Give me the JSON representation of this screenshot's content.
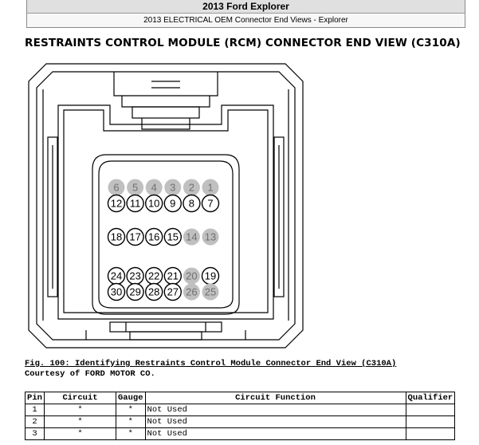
{
  "header": {
    "title": "2013 Ford Explorer",
    "subtitle": "2013 ELECTRICAL OEM Connector End Views - Explorer"
  },
  "page_title": "RESTRAINTS CONTROL MODULE (RCM) CONNECTOR END VIEW (C310A)",
  "connector": {
    "pin_rows": [
      [
        {
          "n": "6",
          "used": false
        },
        {
          "n": "5",
          "used": false
        },
        {
          "n": "4",
          "used": false
        },
        {
          "n": "3",
          "used": false
        },
        {
          "n": "2",
          "used": false
        },
        {
          "n": "1",
          "used": false
        }
      ],
      [
        {
          "n": "12",
          "used": true
        },
        {
          "n": "11",
          "used": true
        },
        {
          "n": "10",
          "used": true
        },
        {
          "n": "9",
          "used": true
        },
        {
          "n": "8",
          "used": true
        },
        {
          "n": "7",
          "used": true
        }
      ],
      [
        {
          "n": "18",
          "used": true
        },
        {
          "n": "17",
          "used": true
        },
        {
          "n": "16",
          "used": true
        },
        {
          "n": "15",
          "used": true
        },
        {
          "n": "14",
          "used": false
        },
        {
          "n": "13",
          "used": false
        }
      ],
      [
        {
          "n": "24",
          "used": true
        },
        {
          "n": "23",
          "used": true
        },
        {
          "n": "22",
          "used": true
        },
        {
          "n": "21",
          "used": true
        },
        {
          "n": "20",
          "used": false
        },
        {
          "n": "19",
          "used": true
        }
      ],
      [
        {
          "n": "30",
          "used": true
        },
        {
          "n": "29",
          "used": true
        },
        {
          "n": "28",
          "used": true
        },
        {
          "n": "27",
          "used": true
        },
        {
          "n": "26",
          "used": false
        },
        {
          "n": "25",
          "used": false
        }
      ]
    ],
    "colors": {
      "unused_fill": "#c0c0c0",
      "unused_text": "#707070",
      "used_fill": "#ffffff",
      "line": "#000000"
    }
  },
  "caption": {
    "figure": "Fig. 100: Identifying Restraints Control Module Connector End View (C310A)",
    "courtesy": "Courtesy of FORD MOTOR CO."
  },
  "table": {
    "headers": {
      "pin": "Pin",
      "circuit": "Circuit",
      "gauge": "Gauge",
      "function": "Circuit Function",
      "qualifier": "Qualifier"
    },
    "rows": [
      {
        "pin": "1",
        "circuit": "*",
        "gauge": "*",
        "function": "Not Used",
        "qualifier": ""
      },
      {
        "pin": "2",
        "circuit": "*",
        "gauge": "*",
        "function": "Not Used",
        "qualifier": ""
      },
      {
        "pin": "3",
        "circuit": "*",
        "gauge": "*",
        "function": "Not Used",
        "qualifier": ""
      }
    ]
  }
}
